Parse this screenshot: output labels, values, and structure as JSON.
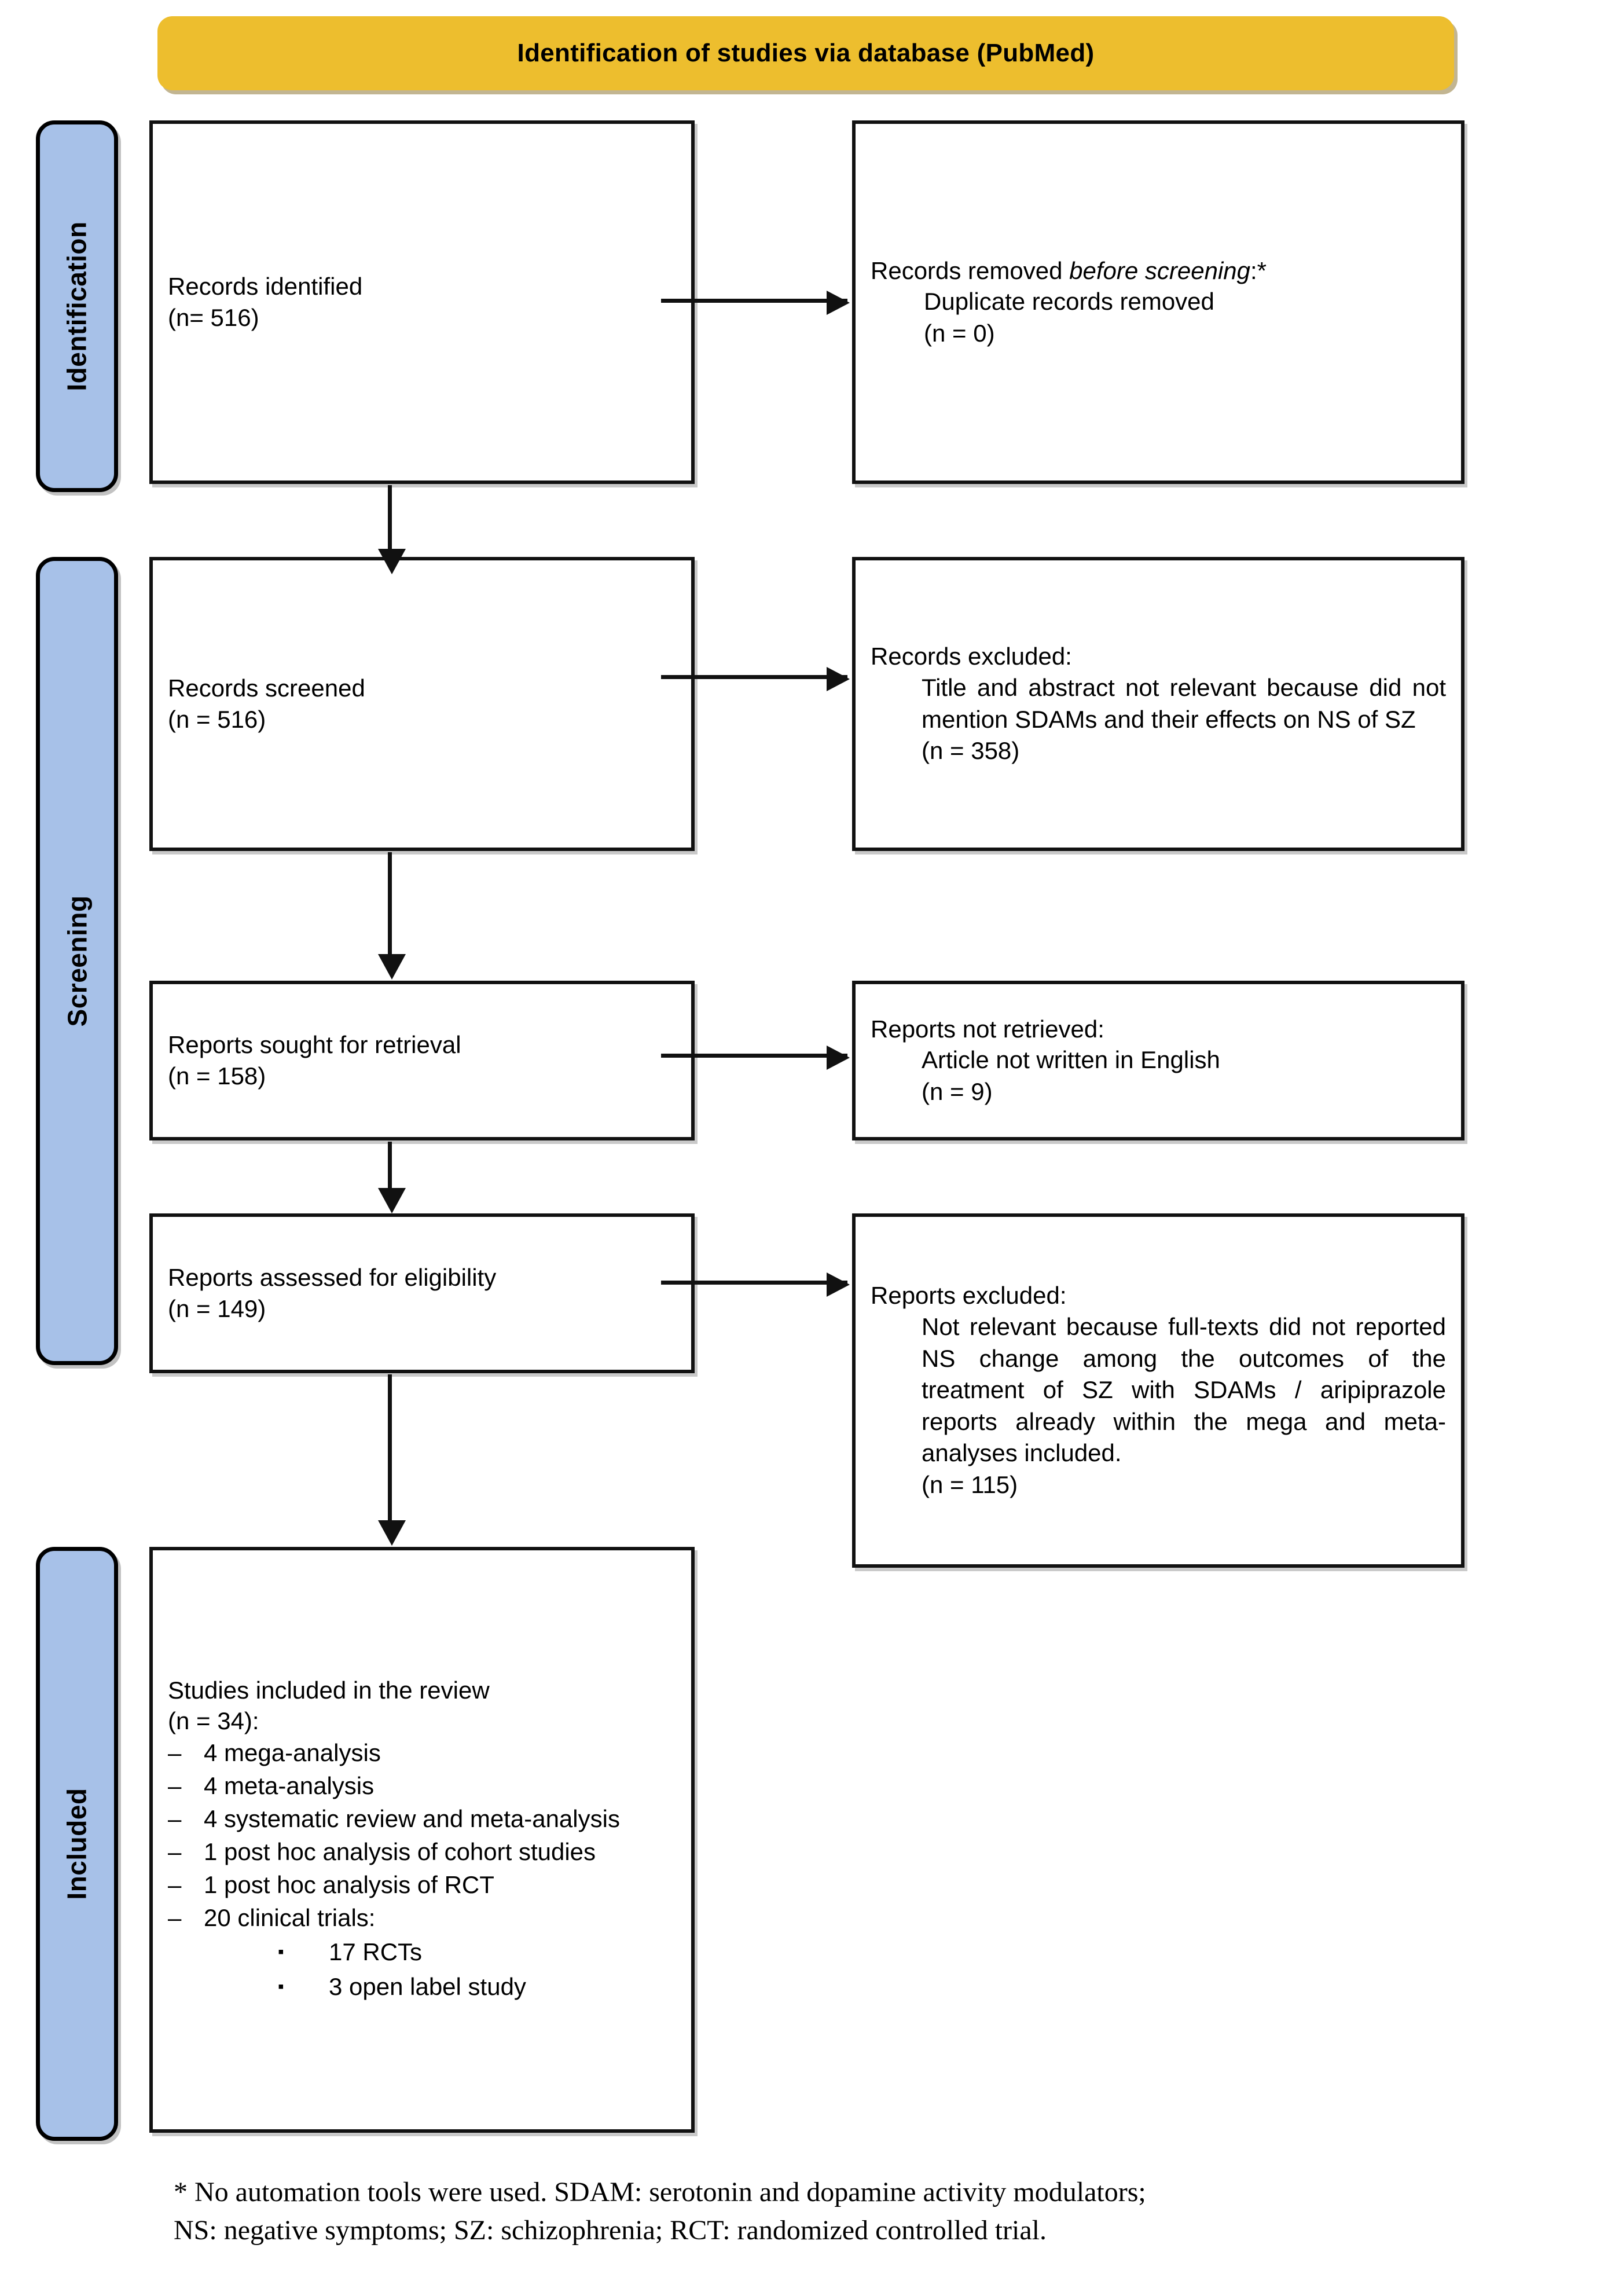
{
  "banner": {
    "title": "Identification of studies via database (PubMed)",
    "color": "#edbe2e"
  },
  "stages": {
    "color": "#a7c1e8",
    "identification": "Identification",
    "screening": "Screening",
    "included": "Included"
  },
  "boxes": {
    "identified": {
      "line1": "Records identified",
      "line2": "(n= 516)"
    },
    "removed": {
      "line1_prefix": "Records removed ",
      "line1_italic": "before screening",
      "line1_suffix": ":*",
      "line2": "Duplicate records removed",
      "line3": "(n = 0)"
    },
    "screened": {
      "line1": "Records screened",
      "line2": "(n = 516)"
    },
    "records_excluded": {
      "heading": "Records excluded:",
      "body": "Title and abstract not relevant because did not mention SDAMs and their effects on NS of SZ",
      "count": "(n = 358)"
    },
    "sought": {
      "line1": "Reports sought for retrieval",
      "line2": "(n = 158)"
    },
    "not_retrieved": {
      "heading": "Reports not retrieved:",
      "body": "Article not written in English",
      "count": "(n = 9)"
    },
    "assessed": {
      "line1": "Reports assessed for eligibility",
      "line2": "(n = 149)"
    },
    "reports_excluded": {
      "heading": "Reports excluded:",
      "body": "Not relevant because full-texts did not reported NS change among the outcomes of the treatment of SZ with SDAMs / aripiprazole reports already within the mega and meta-analyses included.",
      "count": "(n = 115)"
    },
    "included_studies": {
      "line1": "Studies included in the review",
      "line2": "(n = 34):",
      "dash_bullet": "–",
      "square_bullet": "▪",
      "items": [
        "4 mega-analysis",
        "4 meta-analysis",
        "4 systematic review and meta-analysis",
        "1 post hoc analysis of cohort studies",
        "1 post hoc analysis of RCT",
        "20 clinical trials:"
      ],
      "sub_items": [
        "17 RCTs",
        "3 open label study"
      ]
    }
  },
  "footnote": {
    "line1": "* No automation tools were used. SDAM: serotonin and dopamine activity modulators;",
    "line2": "NS: negative symptoms; SZ: schizophrenia; RCT: randomized controlled trial."
  }
}
